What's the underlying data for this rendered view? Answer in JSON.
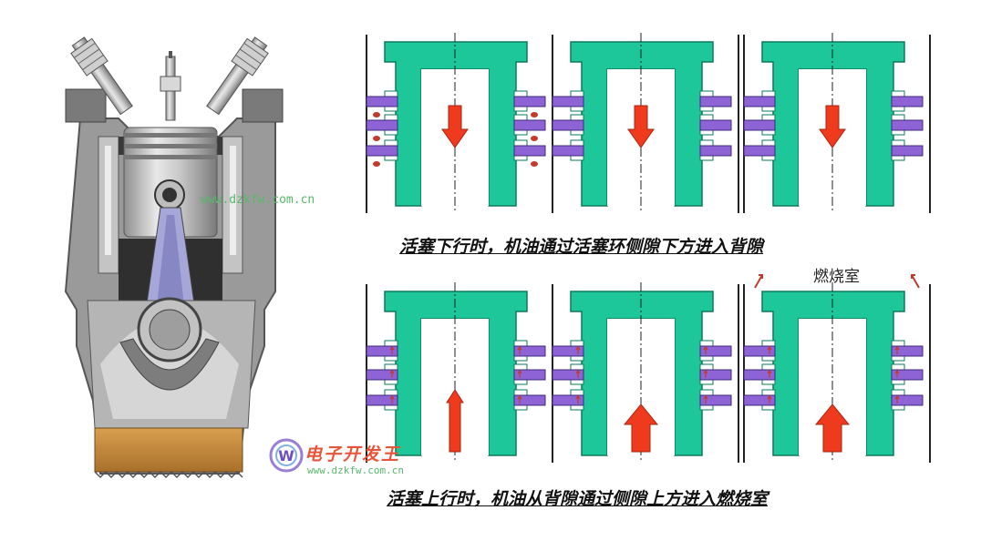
{
  "captions": {
    "piston_down": "活塞下行时，机油通过活塞环侧隙下方进入背隙",
    "piston_up": "活塞上行时，机油从背隙通过侧隙上方进入燃烧室"
  },
  "labels": {
    "combustion_chamber": "燃烧室"
  },
  "watermark": {
    "url_1": "www.dzkfw.com.cn",
    "url_2": "www.dzkfw.com.cn",
    "site_name": "电子开发王",
    "logo_letter": "W"
  },
  "colors": {
    "piston_green": "#1dc79a",
    "ring_purple": "#8e63d6",
    "arrow_red": "#f03a1e",
    "oil_brown": "#c98a3a",
    "watermark_green": "#58b86a",
    "watermark_red": "#e8543a"
  }
}
